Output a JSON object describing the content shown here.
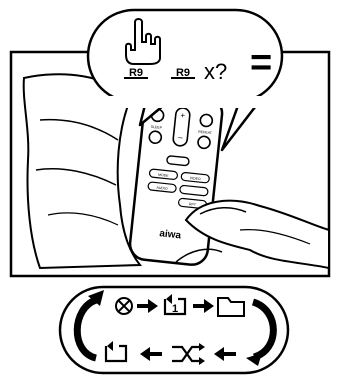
{
  "bubble": {
    "button_label_1": "R9",
    "button_label_2": "R9",
    "times_q": "x?",
    "equals": "="
  },
  "remote": {
    "btn_sleep": "SLEEP",
    "btn_repeat": "REPEAT",
    "btn_mode": "MODE",
    "btn_video": "VIDEO",
    "btn_audio": "AUDIO",
    "btn_rpt": "RPT",
    "brand": "aiwa"
  },
  "cycle": {
    "modes": [
      "repeat-off-icon",
      "repeat-one-icon",
      "repeat-folder-icon",
      "shuffle-icon",
      "repeat-all-icon"
    ]
  }
}
